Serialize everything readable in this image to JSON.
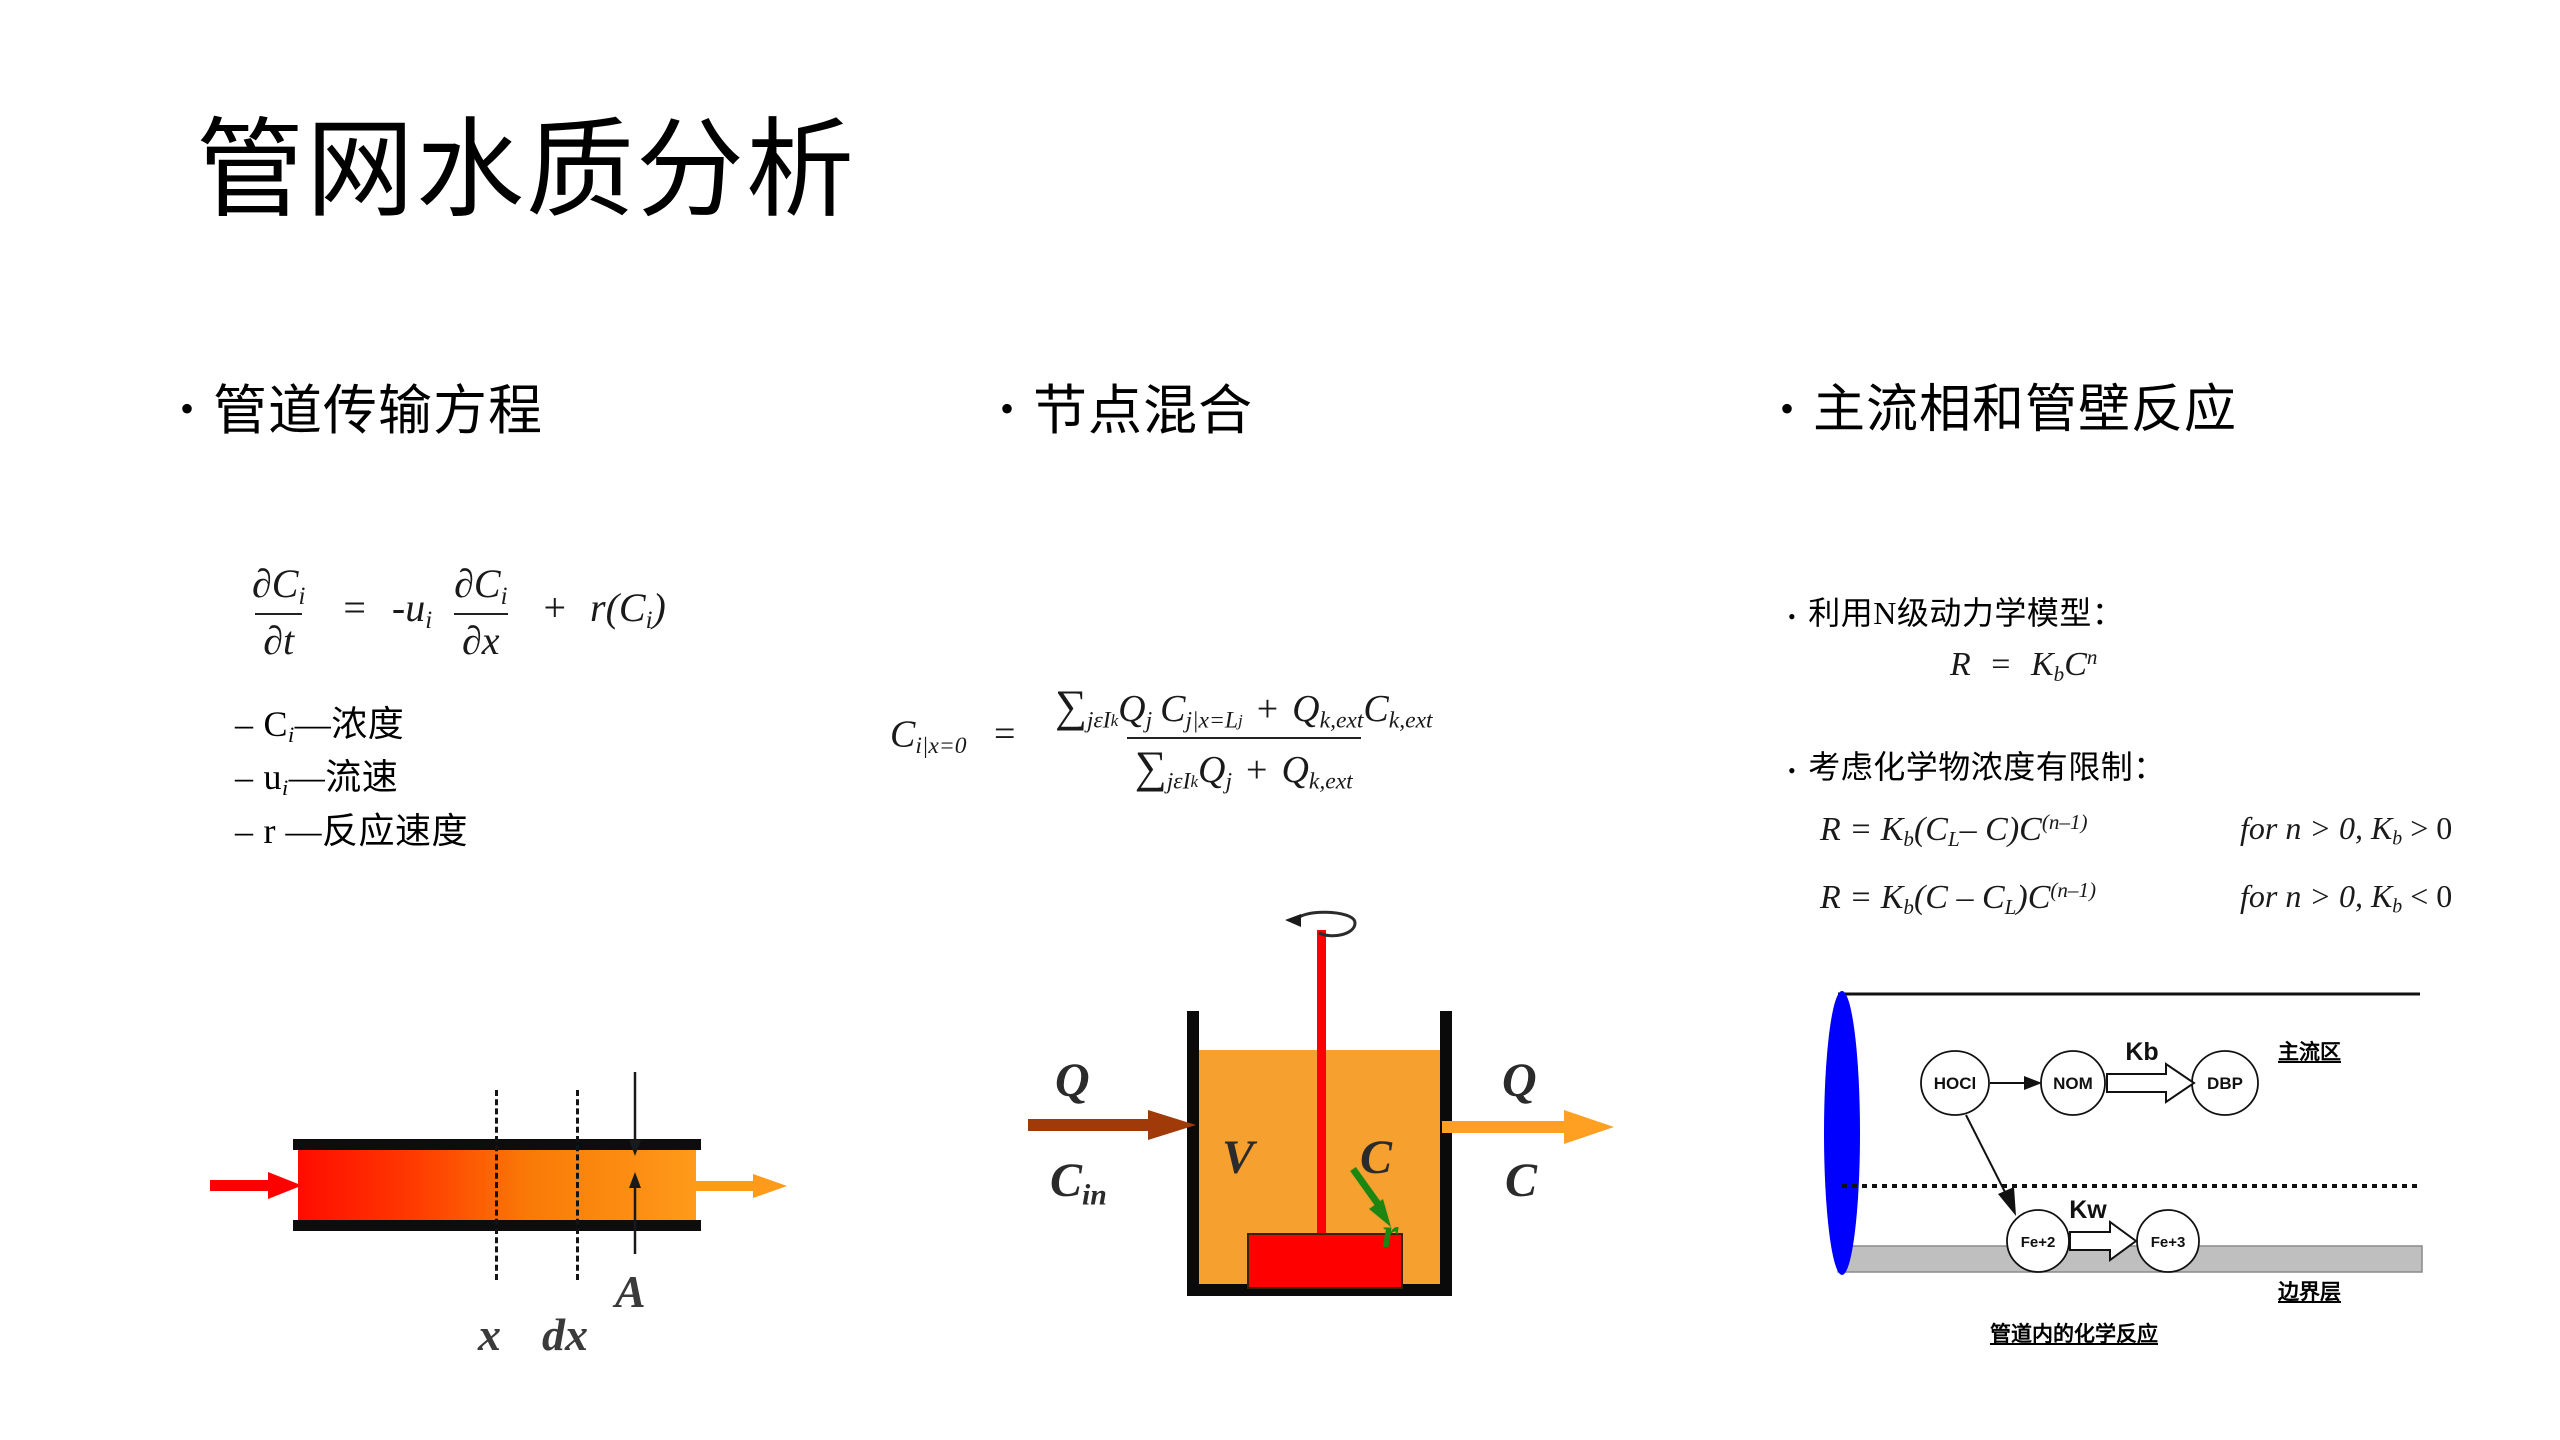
{
  "slide": {
    "title": "管网水质分析",
    "background_color": "#FFFFFF"
  },
  "colors": {
    "pipe_inlet": "#FF0C00",
    "pipe_outlet": "#FF9A1A",
    "tank_fill": "#F6A030",
    "stirrer": "#FF0000",
    "inlet_arrow": "#A03A08",
    "outlet_arrow": "#FFA022",
    "reaction_arrow": "#1D8511",
    "bulk_ellipse": "#0000FF",
    "pipe_wall_gray": "#BFBFBF"
  },
  "columns": [
    {
      "id": "pipe-transport",
      "heading": "管道传输方程",
      "bullet_glyph": "•",
      "equation": {
        "lhs_numerator": "∂C",
        "lhs_num_sub": "i",
        "lhs_denominator": "∂t",
        "equals": "=",
        "coefficient": "-u",
        "coefficient_sub": "i",
        "rhs_numerator": "∂C",
        "rhs_num_sub": "i",
        "rhs_denominator": "∂x",
        "plus": "+",
        "reaction_term": "r(C",
        "reaction_sub": "i",
        "reaction_close": ")"
      },
      "sub_items": [
        {
          "dash": "–",
          "symbol": "C",
          "sub": "i",
          "sep": "—",
          "text": "浓度"
        },
        {
          "dash": "–",
          "symbol": "u",
          "sub": "i",
          "sep": "—",
          "text": "流速"
        },
        {
          "dash": "–",
          "symbol": "r",
          "sub": "",
          "sep": " —",
          "text": "反应速度"
        }
      ],
      "diagram": {
        "name": "pipe-segment-diagram",
        "label_x": "x",
        "label_dx": "dx",
        "label_area": "A"
      }
    },
    {
      "id": "node-mixing",
      "heading": "节点混合",
      "bullet_glyph": "•",
      "equation": {
        "lhs": "C",
        "lhs_sub": "i|x=0",
        "equals": "=",
        "num_sum": "∑",
        "num_sum_sub": "jεI",
        "num_sum_sub2": "k",
        "num_q": "Q",
        "num_q_sub": "j",
        "num_c": "C",
        "num_c_sub": "j|x=L",
        "num_c_sub2": "j",
        "num_plus": "+",
        "num_qext": "Q",
        "num_qext_sub": "k,ext",
        "num_cext": "C",
        "num_cext_sub": "k,ext",
        "den_sum": "∑",
        "den_sum_sub": "jεI",
        "den_sum_sub2": "k",
        "den_q": "Q",
        "den_q_sub": "j",
        "den_plus": "+",
        "den_qext": "Q",
        "den_qext_sub": "k,ext"
      },
      "diagram": {
        "name": "cstr-tank-diagram",
        "inlet_flow": "Q",
        "inlet_conc": "C",
        "inlet_conc_sub": "in",
        "volume": "V",
        "concentration": "C",
        "reaction": "r",
        "outlet_flow": "Q",
        "outlet_conc": "C"
      }
    },
    {
      "id": "bulk-and-wall-reactions",
      "heading": "主流相和管壁反应",
      "bullet_glyph": "•",
      "sub_bullets": [
        {
          "glyph": "•",
          "text": "利用N级动力学模型："
        },
        {
          "glyph": "•",
          "text": "考虑化学物浓度有限制："
        }
      ],
      "equations": {
        "nth_order": {
          "r": "R",
          "equals": "=",
          "k": "K",
          "k_sub": "b",
          "c": "C",
          "c_sup": "n"
        },
        "limited": [
          {
            "lhs": "R = K",
            "lhs_sub": "b",
            "paren": "(C",
            "paren_sub": "L",
            "minus": "– C)",
            "power_base": "C",
            "power": "(n–1)",
            "condition": "for n > 0, K",
            "condition_sub": "b",
            "condition_tail": " > 0"
          },
          {
            "lhs": "R = K",
            "lhs_sub": "b",
            "paren": "(C",
            "paren_sub": "",
            "minus": " – C",
            "minus_sub": "L",
            "paren_close": ")",
            "power_base": "C",
            "power": "(n–1)",
            "condition": "for n > 0, K",
            "condition_sub": "b",
            "condition_tail": " < 0"
          }
        ]
      },
      "diagram": {
        "name": "pipe-chemistry-diagram",
        "caption": "管道内的化学反应",
        "zone_bulk": "主流区",
        "zone_boundary": "边界层",
        "nodes": [
          {
            "id": "hocl",
            "label": "HOCl",
            "zone": "bulk"
          },
          {
            "id": "nom",
            "label": "NOM",
            "zone": "bulk"
          },
          {
            "id": "dbp",
            "label": "DBP",
            "zone": "bulk"
          },
          {
            "id": "fe2",
            "label": "Fe+2",
            "zone": "boundary"
          },
          {
            "id": "fe3",
            "label": "Fe+3",
            "zone": "boundary"
          }
        ],
        "rate_constants": [
          {
            "id": "kb",
            "label": "Kb",
            "from": "nom",
            "to": "dbp"
          },
          {
            "id": "kw",
            "label": "Kw",
            "from": "fe2",
            "to": "fe3"
          }
        ]
      }
    }
  ]
}
